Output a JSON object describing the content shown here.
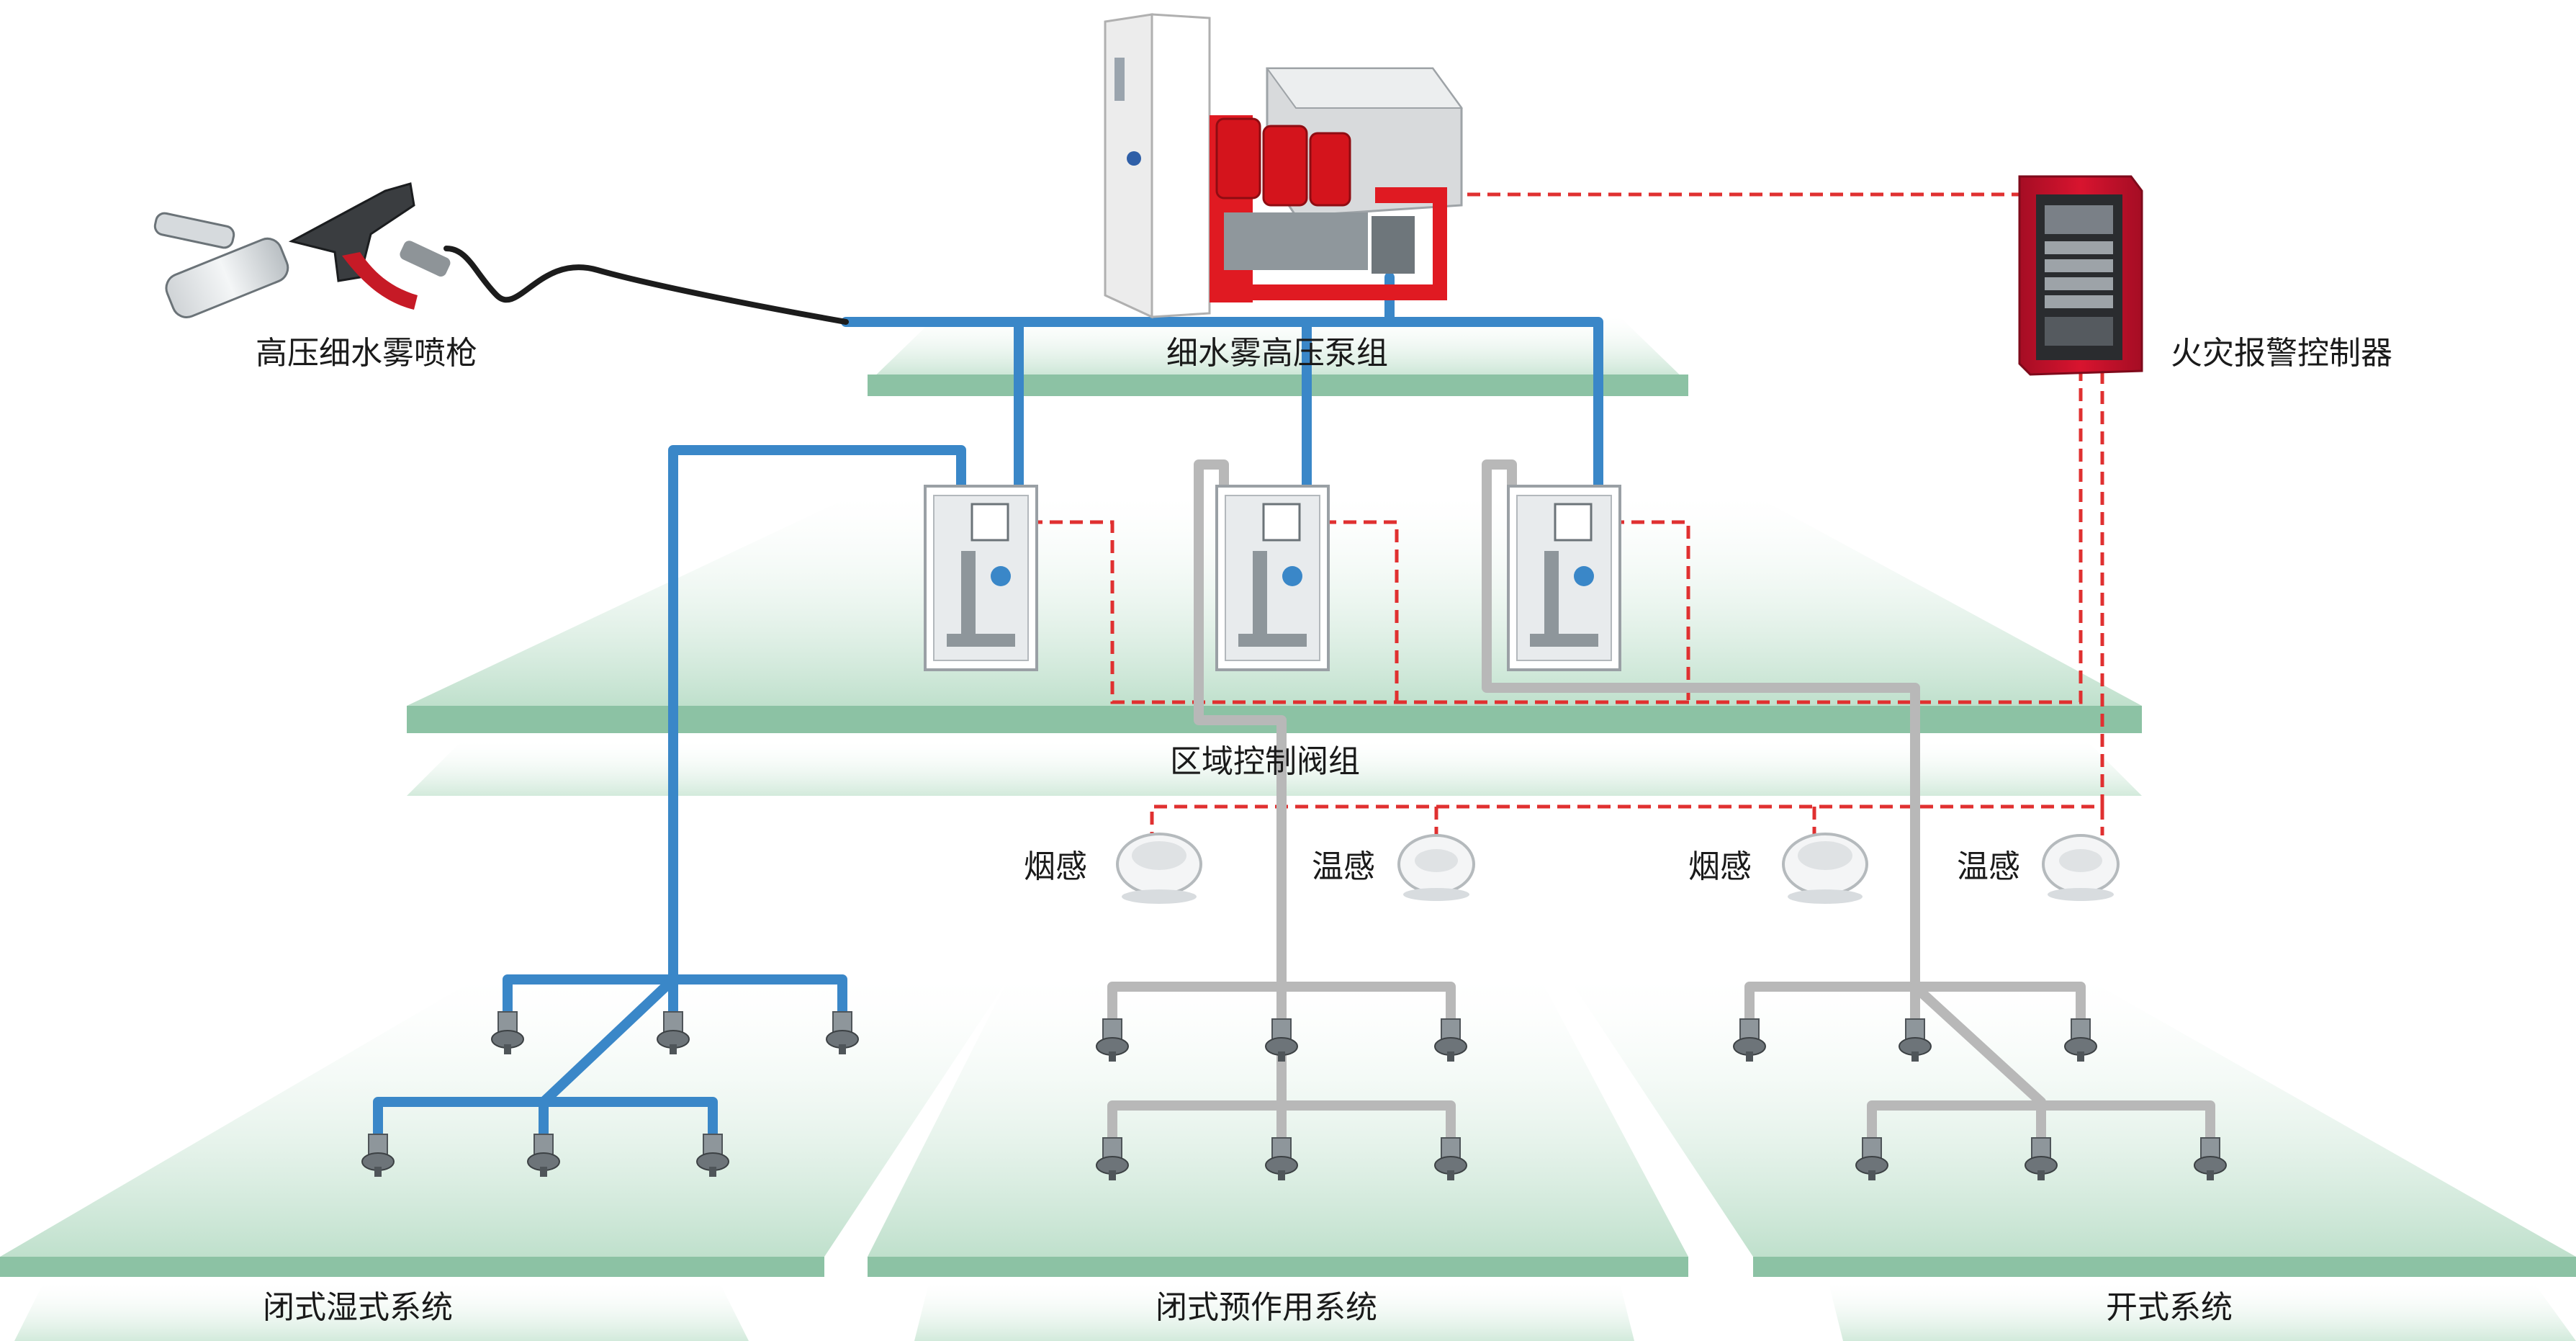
{
  "labels": {
    "spray_gun": "高压细水雾喷枪",
    "pump_unit": "细水雾高压泵组",
    "fire_alarm": "火灾报警控制器",
    "zone_valves": "区域控制阀组",
    "smoke_1": "烟感",
    "heat_1": "温感",
    "smoke_2": "烟感",
    "heat_2": "温感",
    "closed_wet": "闭式湿式系统",
    "closed_preaction": "闭式预作用系统",
    "open_system": "开式系统"
  },
  "colors": {
    "pipe_blue": "#3a87c8",
    "pipe_gray": "#b8b8b8",
    "signal_red": "#e03030",
    "platform_top": "#8cc2a4",
    "platform_edge": "#6aa98a",
    "cabinet_red": "#c8102e",
    "pump_red": "#e01a22"
  }
}
